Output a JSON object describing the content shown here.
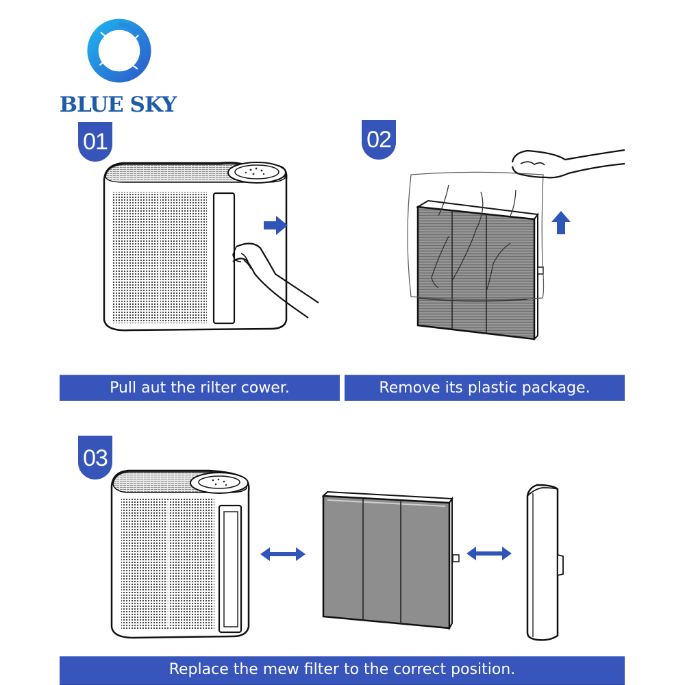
{
  "brand": {
    "name": "BLUE SKY",
    "logo_icon": "circular-aperture-logo",
    "color": "#1f5ca8",
    "ring_colors": [
      "#1fa3e8",
      "#2b6fd0",
      "#3a4fc4"
    ]
  },
  "theme": {
    "accent": "#3755bb",
    "badge": "#3556b8",
    "text_on_accent": "#ffffff",
    "arrow": "#2f55b8"
  },
  "steps": [
    {
      "number": "01",
      "caption": "Pull aut the rilter cower.",
      "illustration": "hand-pulling-filter-cover-from-air-purifier",
      "arrow_icon": "arrow-right-icon"
    },
    {
      "number": "02",
      "caption": "Remove its plastic package.",
      "illustration": "hand-lifting-plastic-bag-off-filter",
      "arrow_icon": "arrow-up-icon"
    },
    {
      "number": "03",
      "caption": "Replace the mew filter to the correct position.",
      "illustration": "purifier-filter-cover-assembly",
      "arrow_icons": [
        "double-arrow-horizontal-icon",
        "double-arrow-horizontal-icon"
      ]
    }
  ]
}
